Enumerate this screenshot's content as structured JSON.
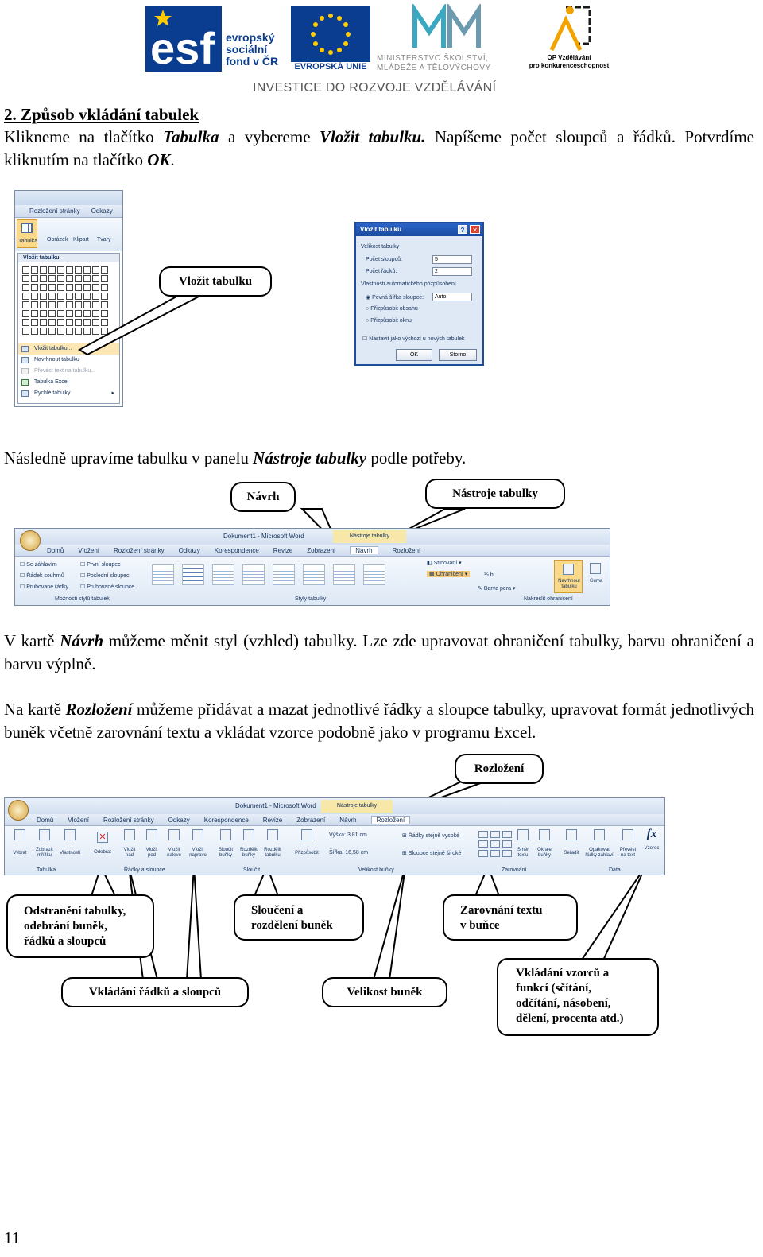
{
  "header": {
    "esf_text": "evropský\nsociální\nfond v ČR",
    "eu_caption": "EVROPSKÁ UNIE",
    "msmt_text": "MINISTERSTVO ŠKOLSTVÍ,\nMLÁDEŽE A TĚLOVÝCHOVY",
    "op_text": "OP Vzdělávání\npro konkurenceschopnost",
    "investice": "INVESTICE DO ROZVOJE VZDĚLÁVÁNÍ"
  },
  "section": {
    "heading": "2. Způsob vkládání tabulek",
    "p1": [
      "Klikneme na tlačítko ",
      "Tabulka",
      " a vybereme ",
      "Vložit tabulku.",
      " Napíšeme počet sloupců a řádků. Potvrdíme kliknutím na tlačítko ",
      "OK",
      "."
    ],
    "p2": [
      "Následně upravíme tabulku v panelu ",
      "Nástroje tabulky",
      " podle potřeby."
    ],
    "p3": [
      "V kartě ",
      "Návrh",
      " můžeme měnit styl (vzhled) tabulky. Lze zde upravovat ohraničení tabulky, barvu ohraničení a barvu výplně."
    ],
    "p4": [
      "Na kartě ",
      "Rozložení",
      " můžeme přidávat a mazat jednotlivé řádky a sloupce tabulky, upravovat formát jednotlivých buněk včetně zarovnání textu a vkládat vzorce podobně jako v programu Excel."
    ]
  },
  "shot1": {
    "tabs": [
      "Rozložení stránky",
      "Odkazy"
    ],
    "buttons": [
      "Tabulka",
      "Obrázek",
      "Klipart",
      "Tvary"
    ],
    "panel_title": "Vložit tabulku",
    "menu": [
      "Vložit tabulku...",
      "Navrhnout tabulku",
      "Převést text na tabulku...",
      "Tabulka Excel",
      "Rychlé tabulky"
    ]
  },
  "dialog": {
    "title": "Vložit tabulku",
    "group1": "Velikost tabulky",
    "cols_label": "Počet sloupců:",
    "cols_value": "5",
    "rows_label": "Počet řádků:",
    "rows_value": "2",
    "group2": "Vlastnosti automatického přizpůsobení",
    "opt1": "Pevná šířka sloupce:",
    "opt1_value": "Auto",
    "opt2": "Přizpůsobit obsahu",
    "opt3": "Přizpůsobit oknu",
    "checkbox": "Nastavit jako výchozí u nových tabulek",
    "ok": "OK",
    "cancel": "Storno"
  },
  "shot2": {
    "title": "Dokument1 - Microsoft Word",
    "context": "Nástroje tabulky",
    "tabs": [
      "Domů",
      "Vložení",
      "Rozložení stránky",
      "Odkazy",
      "Korespondence",
      "Revize",
      "Zobrazení",
      "Návrh",
      "Rozložení"
    ],
    "options": [
      "Se záhlavím",
      "První sloupec",
      "Řádek souhrnů",
      "Poslední sloupec",
      "Pruhované řádky",
      "Pruhované sloupce"
    ],
    "group1": "Možnosti stylů tabulek",
    "group2": "Styly tabulky",
    "shading": "Stínování",
    "borders": "Ohraničení",
    "pen_width": "½ b",
    "pen_color": "Barva pera",
    "draw": "Navrhnout tabulku",
    "eraser": "Guma",
    "group3": "Nakreslit ohraničení"
  },
  "shot3": {
    "title": "Dokument1 - Microsoft Word",
    "context": "Nástroje tabulky",
    "tabs": [
      "Domů",
      "Vložení",
      "Rozložení stránky",
      "Odkazy",
      "Korespondence",
      "Revize",
      "Zobrazení",
      "Návrh",
      "Rozložení"
    ],
    "buttons": [
      "Vybrat",
      "Zobrazit mřížku",
      "Vlastnosti",
      "Odebrat",
      "Vložit nad",
      "Vložit pod",
      "Vložit nalevo",
      "Vložit napravo",
      "Sloučit buňky",
      "Rozdělit buňky",
      "Rozdělit tabulku",
      "Přizpůsobit"
    ],
    "height": "Výška: 3,81 cm",
    "width": "Šířka: 16,58 cm",
    "rows_even": "Řádky stejně vysoké",
    "cols_even": "Sloupce stejně široké",
    "right_buttons": [
      "Směr textu",
      "Okraje buňky",
      "Seřadit",
      "Opakovat řádky záhlaví",
      "Převést na text",
      "Vzorec"
    ],
    "groups": [
      "Tabulka",
      "Řádky a sloupce",
      "Sloučit",
      "Velikost buňky",
      "Zarovnání",
      "Data"
    ]
  },
  "callouts": {
    "vlozit": "Vložit tabulku",
    "navrh": "Návrh",
    "nastroje": "Nástroje tabulky",
    "rozlozeni": "Rozložení",
    "odstraneni": "Odstranění tabulky,\nodebrání buněk,\nřádků a sloupců",
    "slouceni": "Sloučení a\nrozdělení buněk",
    "zarovnani": "Zarovnání textu\nv buňce",
    "vkladani_radku": "Vkládání řádků a sloupců",
    "velikost": "Velikost buněk",
    "vzorce": "Vkládání vzorců a\nfunkcí (sčítání,\nodčítání, násobení,\ndělení, procenta atd.)"
  },
  "page_number": "11"
}
